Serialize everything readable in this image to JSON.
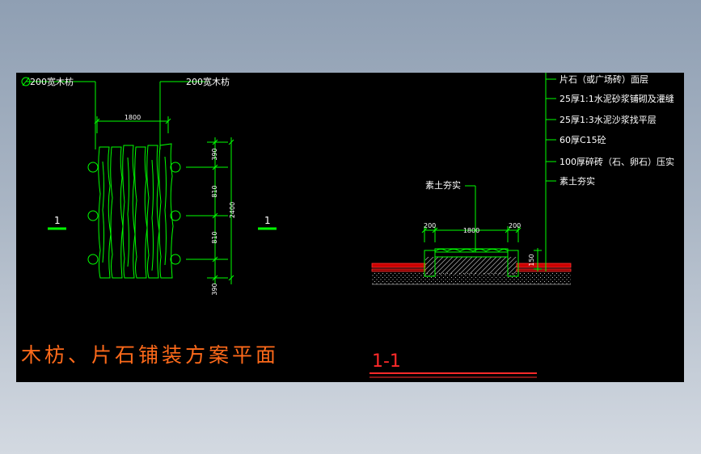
{
  "colors": {
    "background": "#000000",
    "linework": "#00ff00",
    "label_text": "#ffffff",
    "dimension_text": "#ffffff",
    "title_orange": "#ff6a1a",
    "title_red": "#ff2a2a",
    "hatch": "#9a9a9a"
  },
  "plan": {
    "label_left": "200宽木枋",
    "label_right": "200宽木枋",
    "dim_width": "1800",
    "dim_total": "2400",
    "dim_segments": [
      "390",
      "810",
      "810",
      "390"
    ],
    "section_mark_left": "1",
    "section_mark_right": "1",
    "title": "木枋、片石铺装方案平面"
  },
  "section": {
    "layers": [
      "片石（或广场砖）面层",
      "25厚1:1水泥砂浆铺砌及灌缝",
      "25厚1:3水泥沙浆找平层",
      "60厚C15砼",
      "100厚碎砖（石、卵石）压实",
      "素土夯实"
    ],
    "label_fill": "素土夯实",
    "dim_left": "200",
    "dim_mid": "1800",
    "dim_right": "200",
    "dim_vertical": "150",
    "title": "1-1"
  }
}
